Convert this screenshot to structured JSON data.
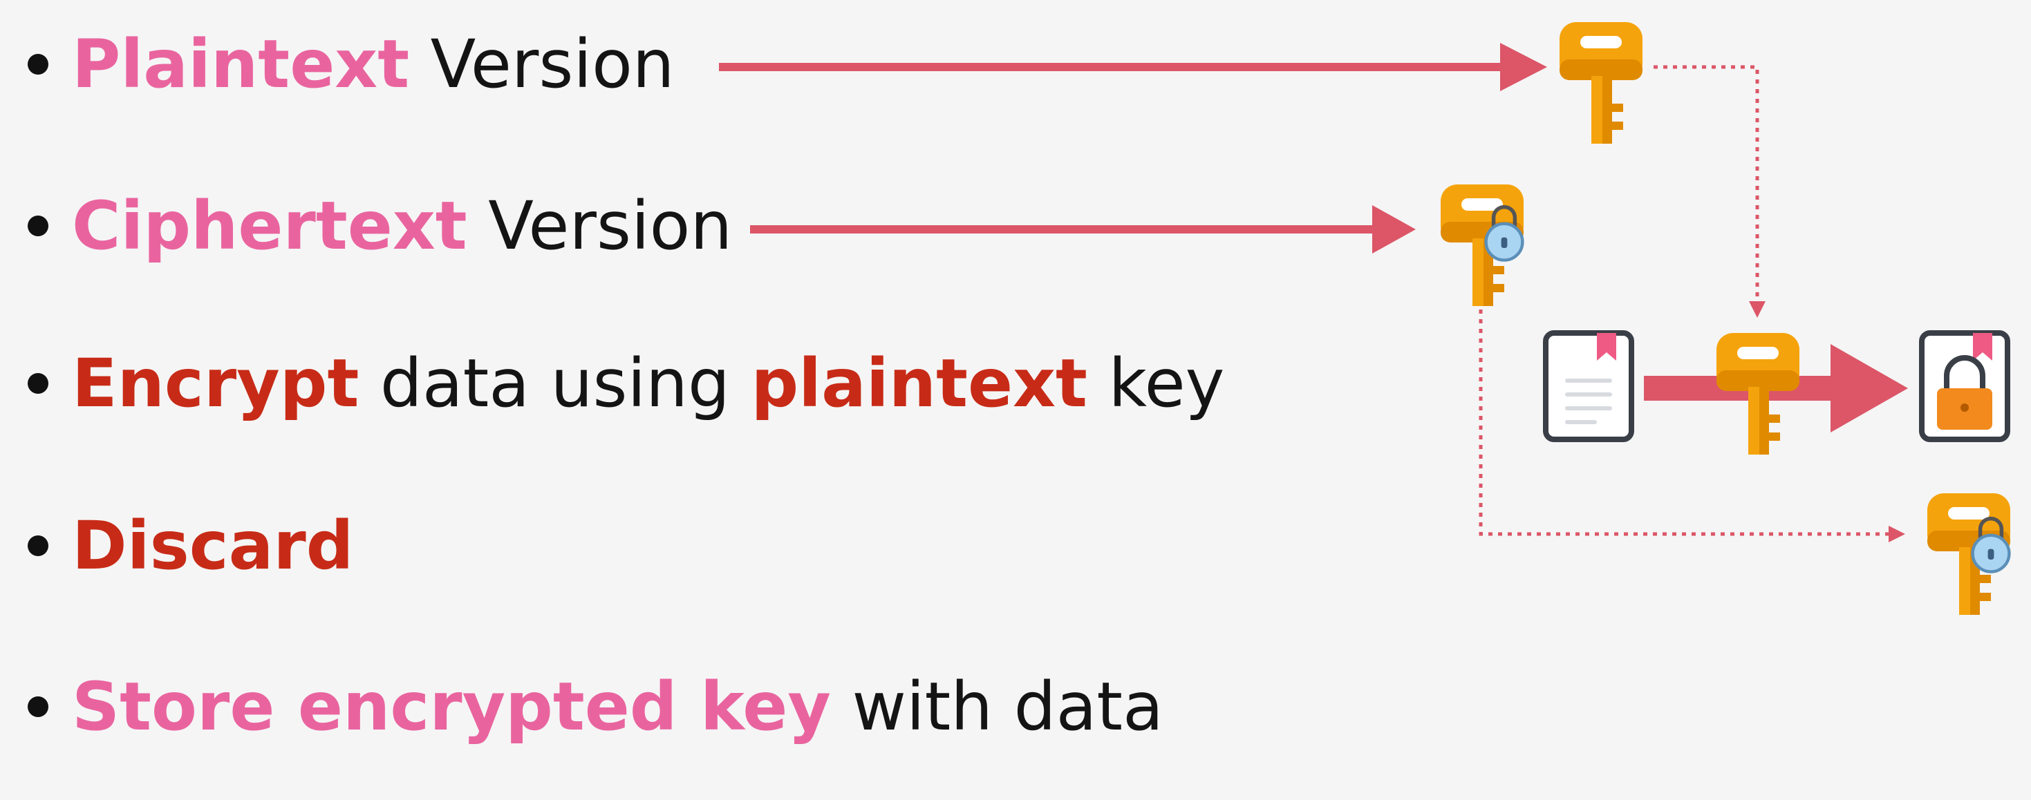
{
  "bullets": [
    {
      "segments": [
        {
          "text": "Plaintext",
          "style": "pink"
        },
        {
          "text": " Version",
          "style": "plain"
        }
      ]
    },
    {
      "segments": [
        {
          "text": "Ciphertext",
          "style": "pink"
        },
        {
          "text": " Version",
          "style": "plain"
        }
      ]
    },
    {
      "segments": [
        {
          "text": "Encrypt",
          "style": "red"
        },
        {
          "text": " data using ",
          "style": "plain"
        },
        {
          "text": "plaintext",
          "style": "red"
        },
        {
          "text": " key",
          "style": "plain"
        }
      ]
    },
    {
      "segments": [
        {
          "text": "Discard",
          "style": "red"
        }
      ]
    },
    {
      "segments": [
        {
          "text": "Store encrypted key",
          "style": "pink"
        },
        {
          "text": " with data",
          "style": "plain"
        }
      ]
    }
  ],
  "colors": {
    "background": "#f5f5f5",
    "emphasis_pink": "#e9649f",
    "emphasis_red": "#c72b17",
    "text": "#141414",
    "arrow": "#dc5668",
    "key_body": "#f5a30c",
    "key_shade": "#e08a00",
    "lock_body": "#f28a1e",
    "lock_badge": "#a9d4f2",
    "bookmark": "#ee5a84"
  },
  "icons": {
    "plaintext_key": "plaintext-key-icon",
    "encrypted_key": "encrypted-key-icon",
    "document": "document-icon",
    "locked_document": "locked-document-icon",
    "padlock": "padlock-icon"
  }
}
